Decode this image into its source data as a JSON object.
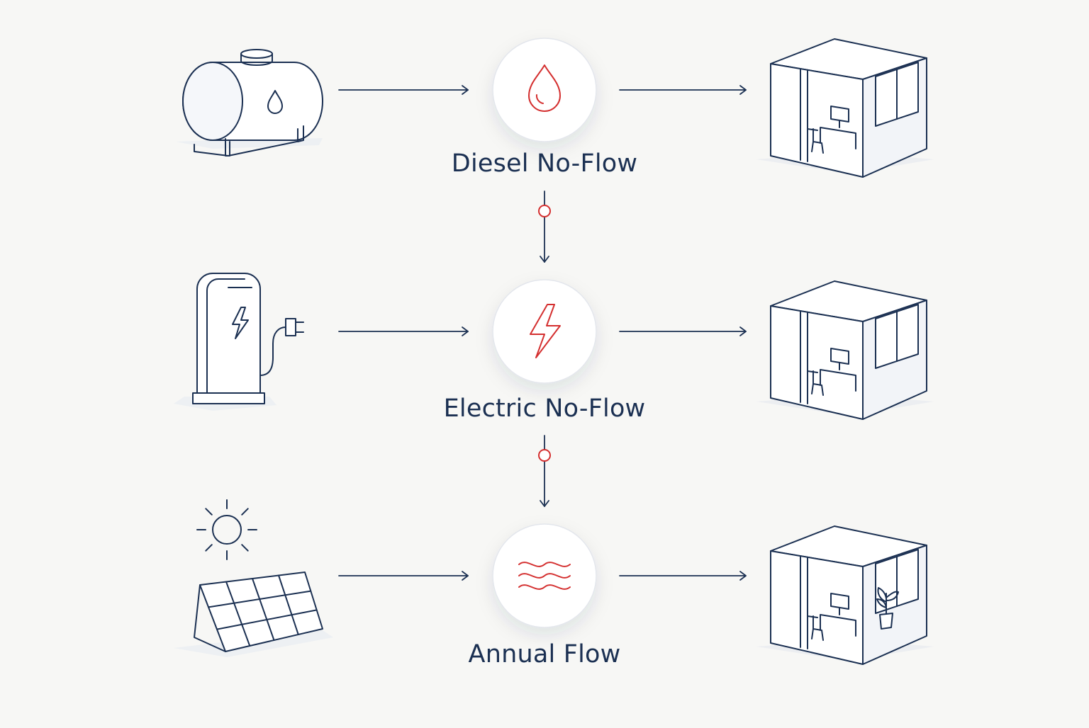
{
  "colors": {
    "background": "#f7f7f5",
    "line": "#1b3052",
    "accent": "#d42f2f",
    "circle_fill": "#ffffff"
  },
  "rows": [
    {
      "source_icon": "fuel-tank-icon",
      "method_icon": "droplet-icon",
      "label": "Diesel No-Flow",
      "destination_icon": "office-cube-icon"
    },
    {
      "source_icon": "ev-charger-icon",
      "method_icon": "lightning-bolt-icon",
      "label": "Electric No-Flow",
      "destination_icon": "office-cube-icon"
    },
    {
      "source_icon": "solar-panel-icon",
      "method_icon": "heat-waves-icon",
      "label": "Annual Flow",
      "destination_icon": "office-cube-with-plant-icon"
    }
  ]
}
